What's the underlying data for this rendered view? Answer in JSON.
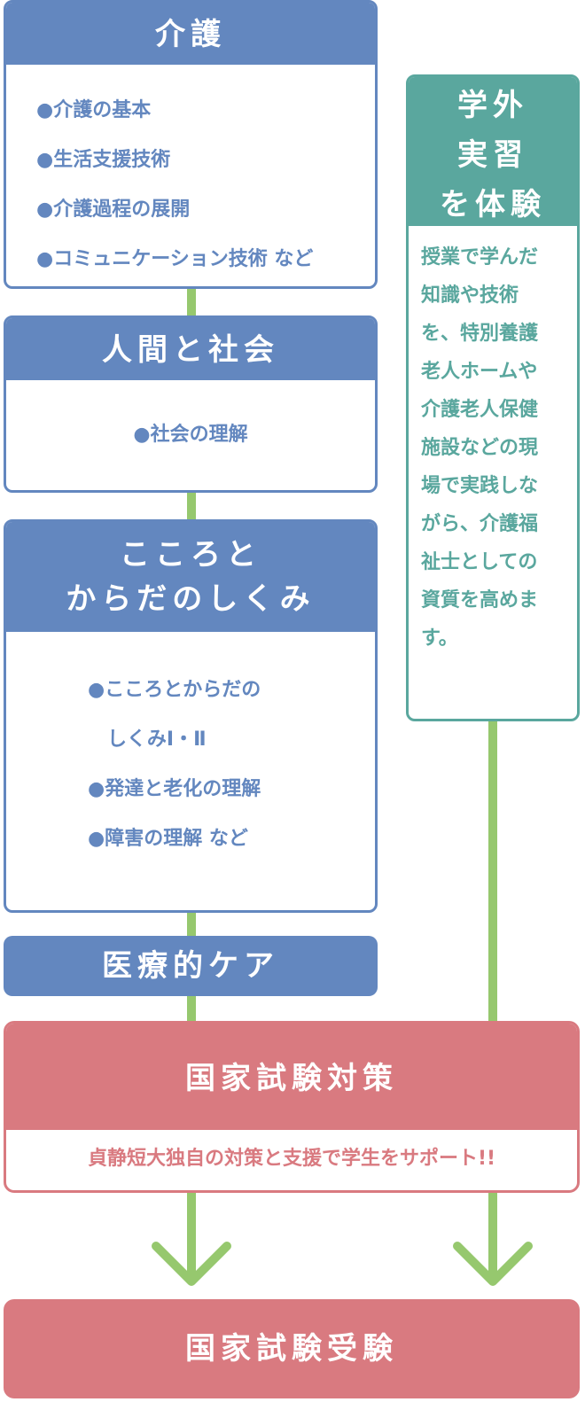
{
  "kaigo": {
    "title": "介護",
    "items": [
      "●介護の基本",
      "●生活支援技術",
      "●介護過程の展開",
      "●コミュニケーション技術 など"
    ]
  },
  "ningen": {
    "title": "人間と社会",
    "items": [
      "●社会の理解"
    ]
  },
  "kokoro": {
    "title_line1": "こころと",
    "title_line2": "からだのしくみ",
    "items": [
      "●こころとからだの",
      "しくみⅠ・Ⅱ",
      "●発達と老化の理解",
      "●障害の理解 など"
    ]
  },
  "iryou": {
    "title": "医療的ケア"
  },
  "gakugai": {
    "title_line1": "学外",
    "title_line2": "実習",
    "title_line3": "を体験",
    "text": "授業で学んだ\n知識や技術\nを、特別養護\n老人ホームや\n介護老人保健\n施設などの現\n場で実践しな\nがら、介護福\n祉士としての\n資質を高めま\nす。"
  },
  "taisaku": {
    "title": "国家試験対策",
    "subtitle": "貞静短大独自の対策と支援で学生をサポート!!"
  },
  "juken": {
    "title": "国家試験受験"
  },
  "colors": {
    "blue": "#6387bf",
    "green": "#5aa79e",
    "pink": "#d97a80",
    "connector": "#96c86e"
  }
}
